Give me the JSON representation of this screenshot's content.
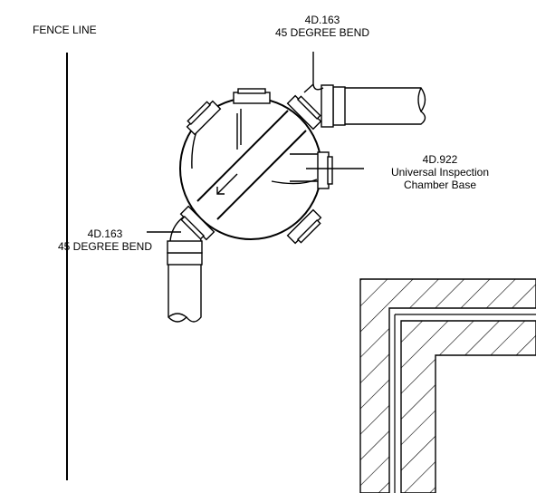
{
  "labels": {
    "fence_line": "FENCE LINE",
    "top_bend_code": "4D.163",
    "top_bend_desc": "45 DEGREE BEND",
    "chamber_code": "4D.922",
    "chamber_line1": "Universal Inspection",
    "chamber_line2": "Chamber Base",
    "left_bend_code": "4D.163",
    "left_bend_desc": "45 DEGREE BEND"
  },
  "colors": {
    "line": "#000000",
    "background": "#ffffff"
  }
}
